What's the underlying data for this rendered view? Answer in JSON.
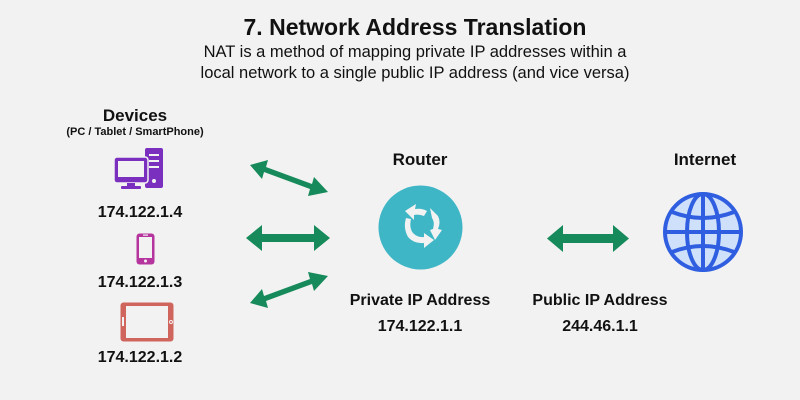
{
  "header": {
    "title": "7. Network Address Translation",
    "subtitle_line1": "NAT is a method of mapping private IP addresses within a",
    "subtitle_line2": "local network to a single public IP address (and vice versa)"
  },
  "devices": {
    "heading": "Devices",
    "subheading": "(PC / Tablet / SmartPhone)",
    "items": [
      {
        "type": "pc",
        "icon": "desktop-pc-icon",
        "ip": "174.122.1.4",
        "color": "#7b2fbe"
      },
      {
        "type": "smartphone",
        "icon": "smartphone-icon",
        "ip": "174.122.1.3",
        "color": "#b6349e"
      },
      {
        "type": "tablet",
        "icon": "tablet-icon",
        "ip": "174.122.1.2",
        "color": "#d0655d"
      }
    ]
  },
  "router": {
    "label": "Router",
    "icon": "router-cycle-icon",
    "address_label": "Private IP Address",
    "ip": "174.122.1.1",
    "color": "#3fb6c6"
  },
  "internet": {
    "label": "Internet",
    "icon": "globe-icon",
    "address_label": "Public IP Address",
    "ip": "244.46.1.1",
    "color": "#2f5fe0"
  },
  "connector_color": "#168a5a"
}
